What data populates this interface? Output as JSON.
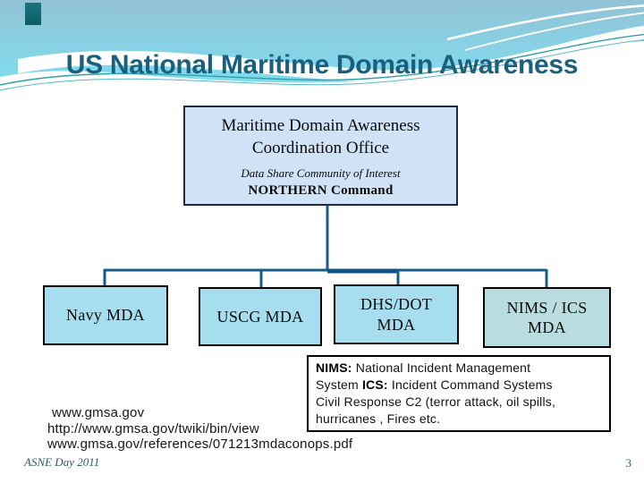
{
  "slide": {
    "title": "US National Maritime Domain Awareness",
    "footer_left": "ASNE Day 2011",
    "page_number": "3"
  },
  "org": {
    "root": {
      "title": "Maritime Domain Awareness\nCoordination Office",
      "subtitle": "Data Share Community of Interest",
      "command": "NORTHERN Command"
    },
    "children": [
      {
        "label": "Navy MDA"
      },
      {
        "label": "USCG MDA"
      },
      {
        "label": "DHS/DOT\nMDA"
      },
      {
        "label": "NIMS / ICS\nMDA"
      }
    ]
  },
  "note": {
    "l1b": "NIMS:",
    "l1t": " National Incident Management",
    "l2a": "System  ",
    "l2b": "ICS:",
    "l2t": " Incident Command Systems",
    "l3": "Civil Response  C2  (terror attack, oil spills,",
    "l4": "hurricanes , Fires etc."
  },
  "links": [
    "www.gmsa.gov",
    "http://www.gmsa.gov/twiki/bin/view",
    "www.gmsa.gov/references/071213mdaconops.pdf"
  ],
  "colors": {
    "title-color": "#1a607e",
    "sky-top": "#93c2d6",
    "sky-bottom": "#7fdcee",
    "accent-tab": "#1a7580",
    "connector-color": "#1b5c86",
    "connector-thick": "#115084",
    "root-fill": "#cfe2f6",
    "root-border": "#1c2b45",
    "child-fill": "#a6def0",
    "nims-fill": "#b9dce1",
    "footer-color": "#2e5e66"
  }
}
